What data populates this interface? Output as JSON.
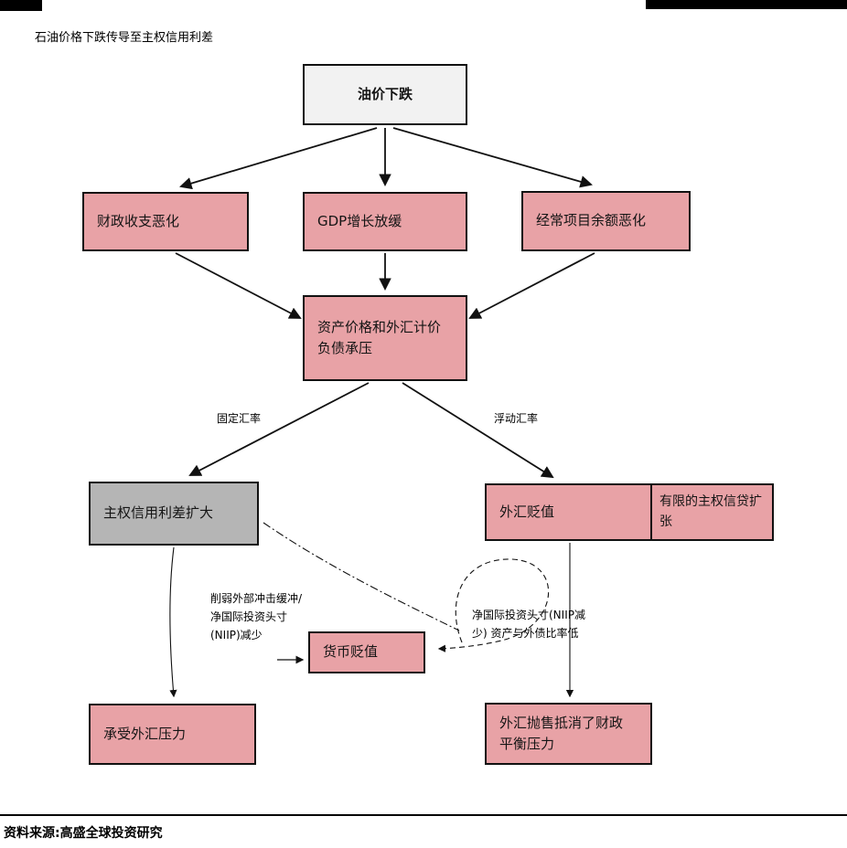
{
  "title": "石油价格下跌传导至主权信用利差",
  "source": "资料来源:高盛全球投资研究",
  "nodes": {
    "oil": {
      "label": "油价下跌"
    },
    "fiscal": {
      "label": "财政收支恶化"
    },
    "gdp": {
      "label": "GDP增长放缓"
    },
    "current_account": {
      "label": "经常项目余额恶化"
    },
    "asset": {
      "label": "资产价格和外汇计价负债承压"
    },
    "spread": {
      "label": "主权信用利差扩大"
    },
    "fx_depreciation": {
      "label": "外汇贬值"
    },
    "limited_credit": {
      "label": "有限的主权信贷扩张"
    },
    "currency_depreciation": {
      "label": "货币贬值"
    },
    "fx_pressure": {
      "label": "承受外汇压力"
    },
    "fx_selloff": {
      "label": "外汇抛售抵消了财政平衡压力"
    }
  },
  "edge_labels": {
    "fixed_rate": "固定汇率",
    "floating_rate": "浮动汇率"
  },
  "annotations": {
    "left": "削弱外部冲击缓冲/ 净国际投资头寸(NIIP)减少",
    "right": "净国际投资头寸(NIIP减少) 资产与外债比率低"
  },
  "colors": {
    "node_pink": "#e8a2a6",
    "node_gray": "#b5b5b5",
    "node_light": "#f2f2f2",
    "border": "#111111"
  }
}
